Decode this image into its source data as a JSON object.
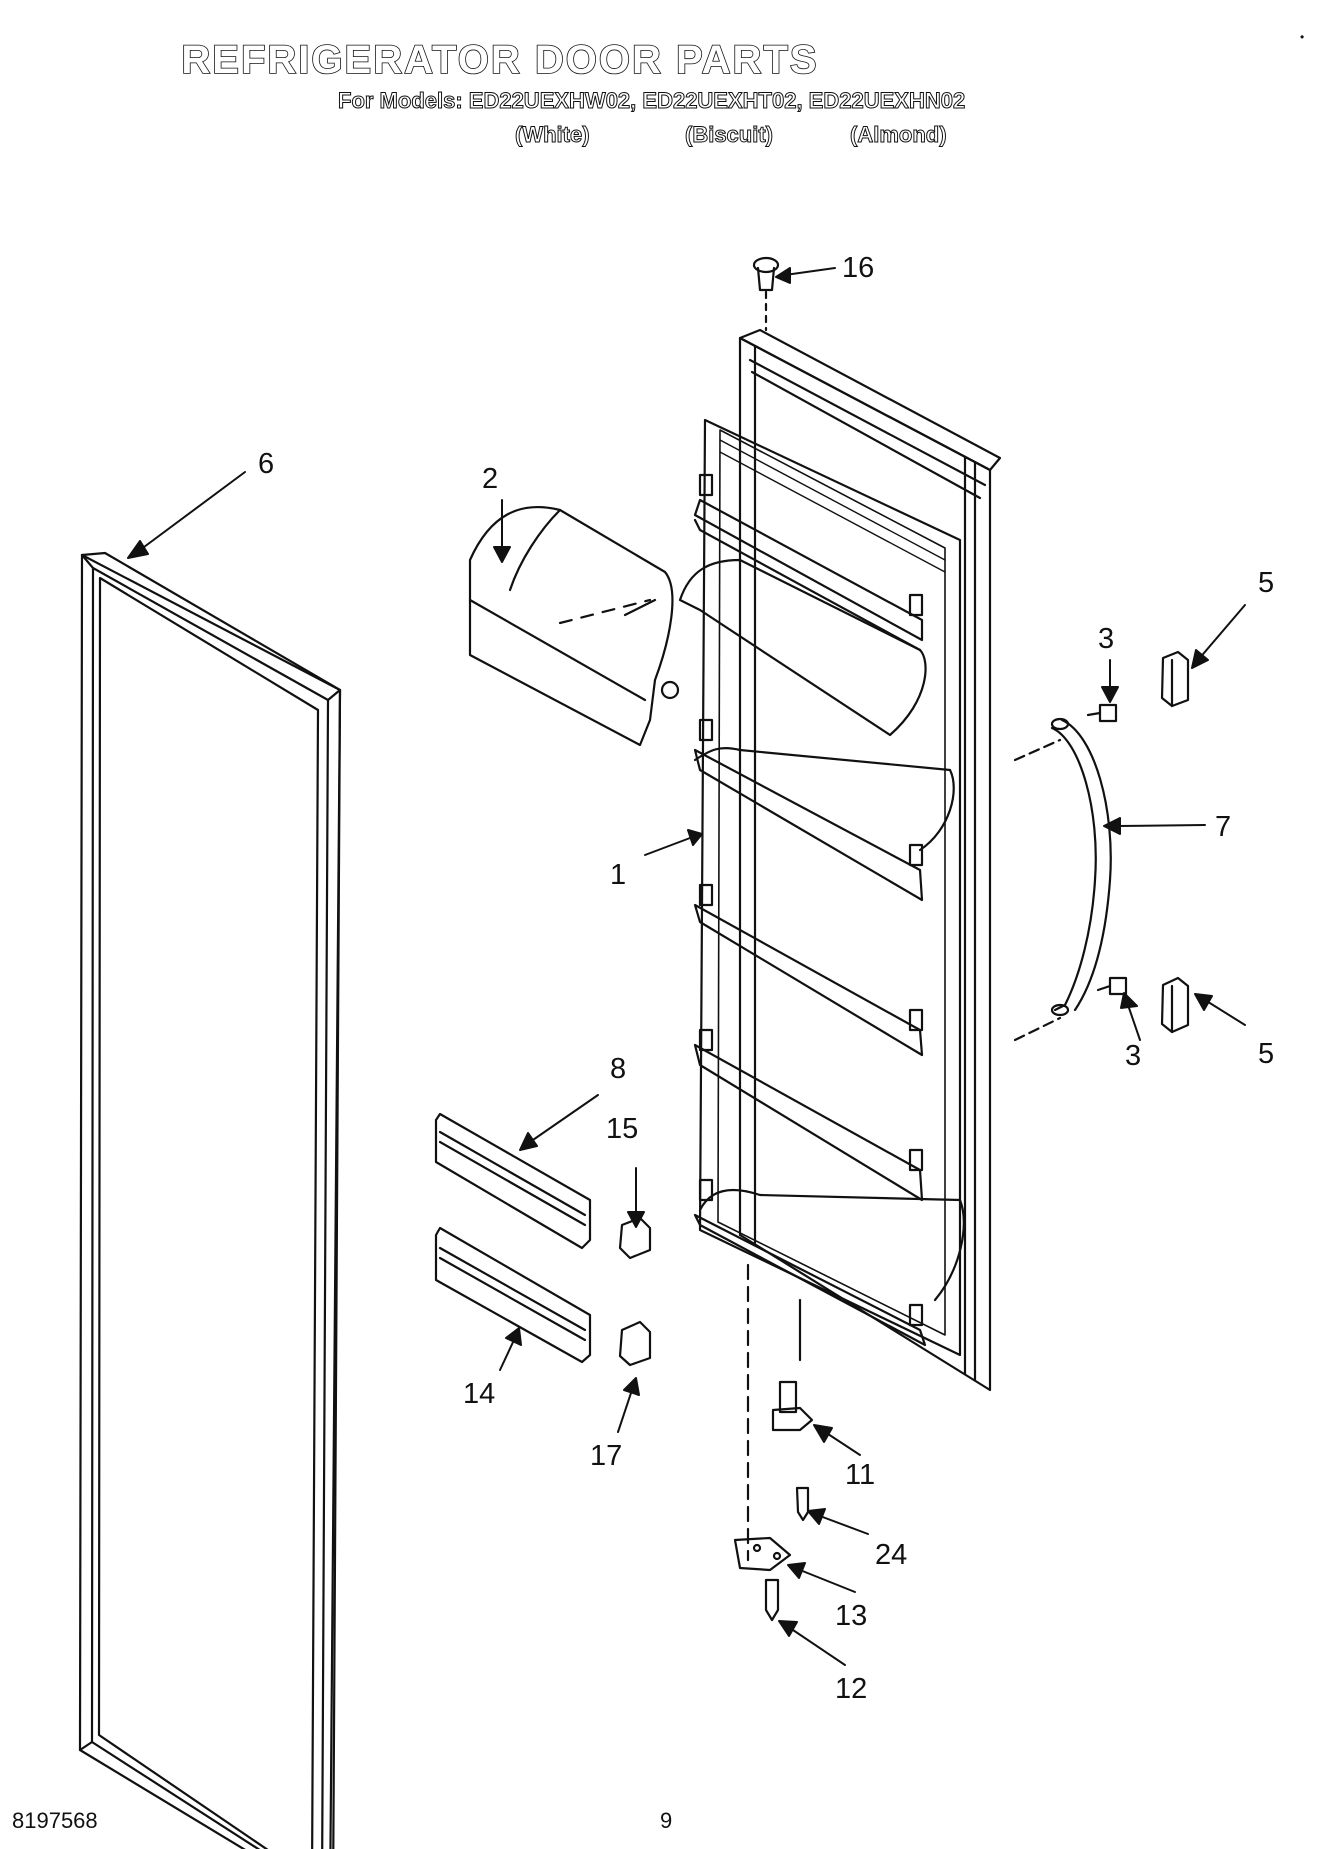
{
  "header": {
    "title": "REFRIGERATOR DOOR PARTS",
    "models_line": "For Models: ED22UEXHW02, ED22UEXHT02, ED22UEXHN02",
    "colors": [
      "(White)",
      "(Biscuit)",
      "(Almond)"
    ]
  },
  "footer": {
    "doc_number": "8197568",
    "page_number": "9"
  },
  "callouts": {
    "c16": "16",
    "c6": "6",
    "c2": "2",
    "c5a": "5",
    "c3a": "3",
    "c7": "7",
    "c1": "1",
    "c3b": "3",
    "c5b": "5",
    "c8": "8",
    "c15": "15",
    "c14": "14",
    "c17": "17",
    "c11": "11",
    "c24": "24",
    "c13": "13",
    "c12": "12"
  },
  "colors": {
    "ink": "#111111",
    "paper": "#ffffff"
  }
}
